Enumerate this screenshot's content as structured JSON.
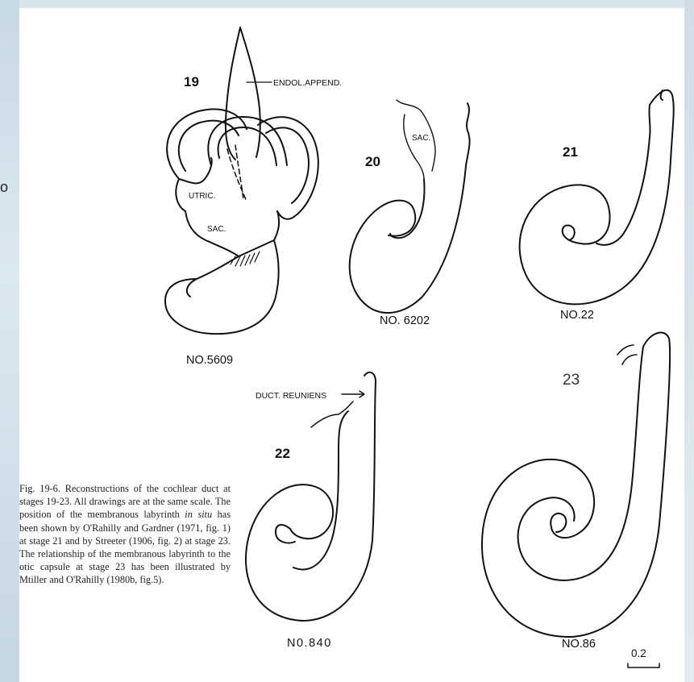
{
  "slide": {
    "left_fragment": "o"
  },
  "figure": {
    "stage_19": {
      "number": "19",
      "label_endol": "ENDOL.APPEND.",
      "label_utric": "UTRIC.",
      "label_sac": "SAC.",
      "specimen": "NO.5609"
    },
    "stage_20": {
      "number": "20",
      "label_sac": "SAC.",
      "specimen": "NO. 6202"
    },
    "stage_21": {
      "number": "21",
      "specimen": "NO.22"
    },
    "stage_22": {
      "number": "22",
      "label_duct": "DUCT. REUNIENS",
      "specimen": "N0.840"
    },
    "stage_23": {
      "number": "23",
      "specimen": "NO.86"
    },
    "scale_bar": "0.2"
  },
  "caption": {
    "part1": "Fig. 19-6. Reconstructions of the cochlear duct at stages 19-23. All drawings are at the same scale. The position of the membranous labyrinth ",
    "italic": "in situ",
    "part2": " has been shown by O'Rahilly and Gardner (1971, fig. 1) at stage 21 and by Streeter (1906, fig. 2) at stage 23. The relationship of the membranous labyrinth to the otic capsule at stage 23 has been illustrated by Mtiller and O'Rahilly (1980b, fig.5)."
  }
}
